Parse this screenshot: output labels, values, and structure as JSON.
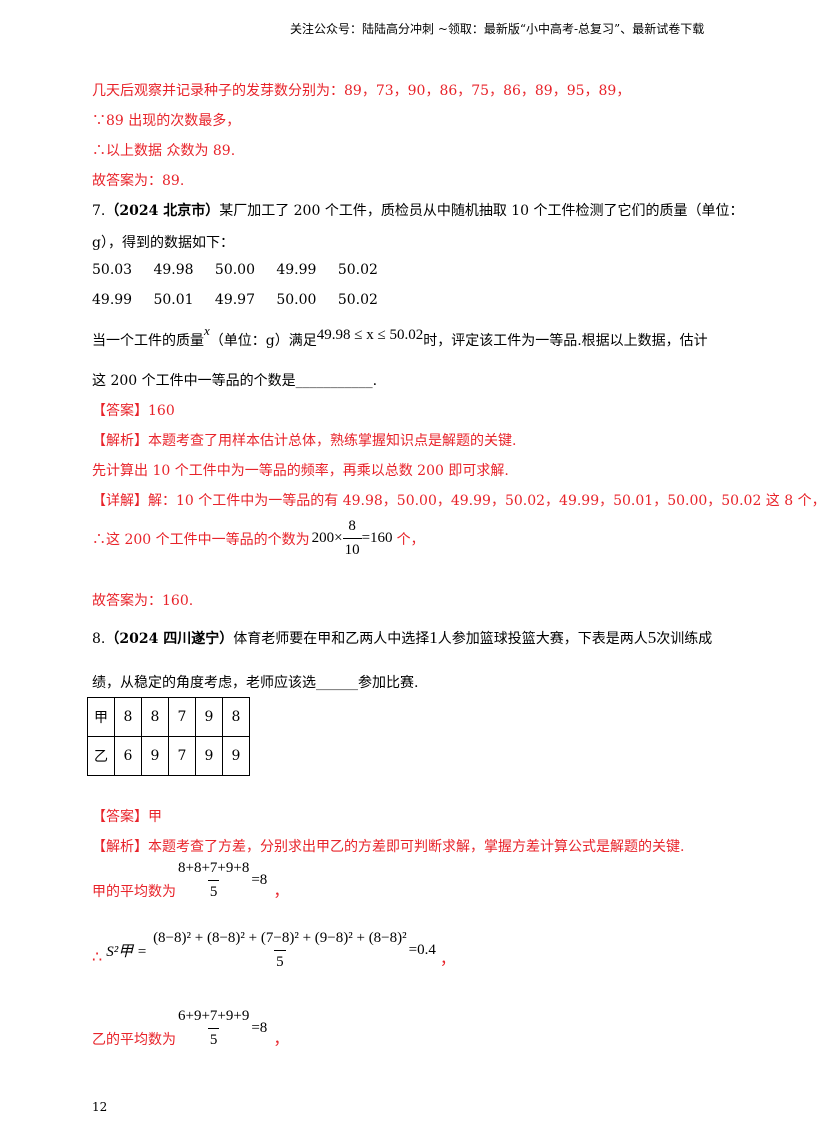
{
  "header": {
    "text": "关注公众号：陆陆高分冲刺   ~领取：最新版“小中高考-总复习”、最新试卷下载"
  },
  "q6_tail": {
    "line1": "几天后观察并记录种子的发芽数分别为：89，73，90，86，75，86，89，95，89，",
    "line2": "∵89 出现的次数最多，",
    "line3": "∴以上数据   众数为 89.",
    "line4": "故答案为：89."
  },
  "q7": {
    "number": "7.",
    "source": "（2024 北京市）",
    "stem1": "某厂加工了 200 个工件，质检员从中随机抽取 10 个工件检测了它们的质量（单位：",
    "stem2": "g），得到的数据如下：",
    "row1": [
      "50.03",
      "49.98",
      "50.00",
      "49.99",
      "50.02"
    ],
    "row2": [
      "49.99",
      "50.01",
      "49.97",
      "50.00",
      "50.02"
    ],
    "cond_pre": "当一个工件的质量",
    "cond_x": "x",
    "cond_mid": "（单位：g）满足",
    "cond_ineq": "49.98 ≤ x ≤ 50.02",
    "cond_post": "时，评定该工件为一等品.根据以上数据，估计",
    "ask": "这 200 个工件中一等品的个数是___________.",
    "answer_tag": "【答案】",
    "answer": "160",
    "analysis_tag": "【解析】",
    "analysis": "本题考查了用样本估计总体，熟练掌握知识点是解题的关键.",
    "analysis2": "先计算出 10 个工件中为一等品的频率，再乘以总数 200 即可求解.",
    "detail_tag": "【详解】",
    "detail": "解：10 个工件中为一等品的有 49.98，50.00，49.99，50.02，49.99，50.01，50.00，50.02 这 8 个，",
    "therefore": "∴这 200 个工件中一等品的个数为",
    "calc_pre": "200×",
    "calc_num": "8",
    "calc_den": "10",
    "calc_post": "=160",
    "unit": "个，",
    "final": "故答案为：160."
  },
  "q8": {
    "number": "8.",
    "source": "（2024 四川遂宁）",
    "stem1": "体育老师要在甲和乙两人中选择",
    "stem1_n": "1",
    "stem1_b": "人参加篮球投篮大赛，下表是两人",
    "stem1_n2": "5",
    "stem1_c": "次训练成",
    "stem2": "绩，从稳定的角度考虑，老师应该选______参加比赛.",
    "table": [
      [
        "甲",
        "8",
        "8",
        "7",
        "9",
        "8"
      ],
      [
        "乙",
        "6",
        "9",
        "7",
        "9",
        "9"
      ]
    ],
    "answer_tag": "【答案】",
    "answer": "甲",
    "analysis_tag": "【解析】",
    "analysis": "本题考查了方差，分别求出甲乙的方差即可判断求解，掌握方差计算公式是解题的关键.",
    "mean_a_label": "甲的平均数为",
    "mean_a_num": "8+8+7+9+8",
    "mean_a_den": "5",
    "mean_a_res": "=8",
    "comma": "，",
    "var_therefore": "∴",
    "var_lhs": "S²甲 =",
    "var_num": "(8−8)² + (8−8)² + (7−8)² + (9−8)² + (8−8)²",
    "var_den": "5",
    "var_res": "=0.4",
    "mean_b_label": "乙的平均数为",
    "mean_b_num": "6+9+7+9+9",
    "mean_b_den": "5",
    "mean_b_res": "=8"
  },
  "footer": {
    "page": "12"
  }
}
